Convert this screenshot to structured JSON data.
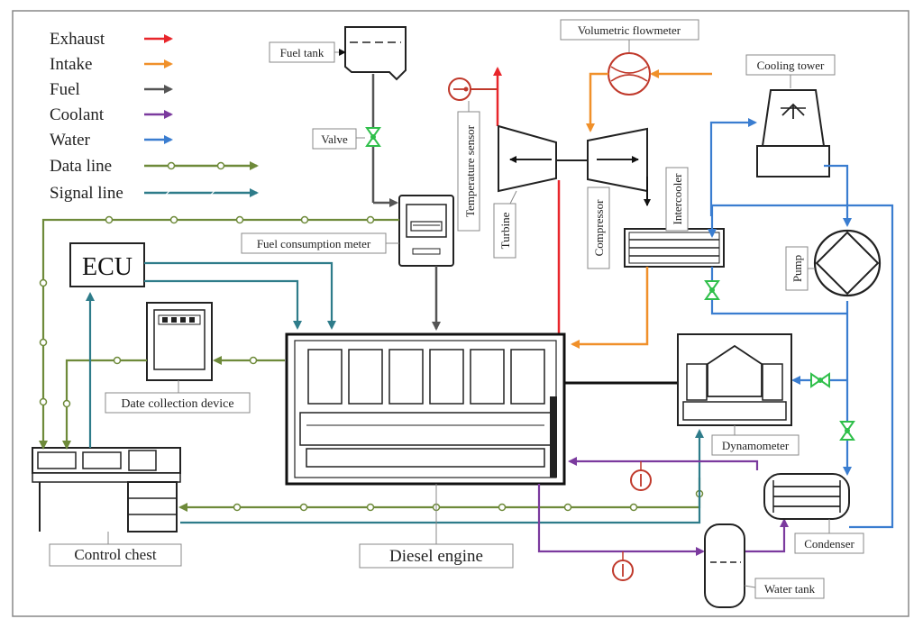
{
  "legend": {
    "exhaust": "Exhaust",
    "intake": "Intake",
    "fuel": "Fuel",
    "coolant": "Coolant",
    "water": "Water",
    "data_line": "Data line",
    "signal_line": "Signal line"
  },
  "components": {
    "fuel_tank": "Fuel tank",
    "valve": "Valve",
    "fuel_consumption_meter": "Fuel consumption meter",
    "volumetric_flowmeter": "Volumetric flowmeter",
    "temperature_sensor": "Temperature sensor",
    "turbine": "Turbine",
    "compressor": "Compressor",
    "intercooler": "Intercooler",
    "cooling_tower": "Cooling tower",
    "pump": "Pump",
    "ecu": "ECU",
    "date_collection_device": "Date collection device",
    "diesel_engine": "Diesel engine",
    "dynamometer": "Dynamometer",
    "control_chest": "Control chest",
    "condenser": "Condenser",
    "water_tank": "Water tank"
  },
  "colors": {
    "exhaust": "#e8262b",
    "intake": "#f0902a",
    "fuel": "#555555",
    "coolant": "#7b3a9e",
    "water": "#3a7dd0",
    "data_line": "#6e8a3a",
    "signal_line": "#2e7c8a",
    "valve": "#2fbf4a",
    "sensor": "#c0392b"
  }
}
